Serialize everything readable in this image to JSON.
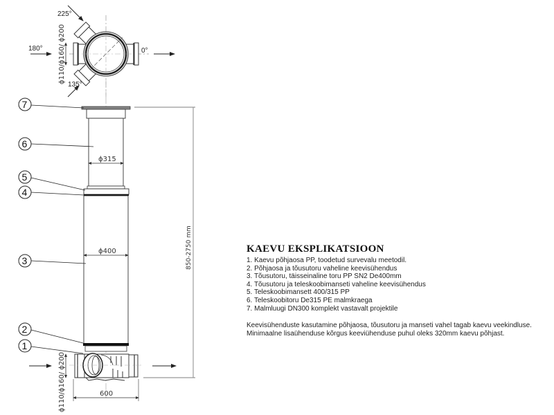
{
  "top_view": {
    "angles": {
      "a225": "225°",
      "a180": "180°",
      "a0": "0°",
      "a135": "135°"
    },
    "side_dim": "ϕ110/ϕ160/ ϕ200"
  },
  "callouts": [
    {
      "num": "7"
    },
    {
      "num": "6"
    },
    {
      "num": "5"
    },
    {
      "num": "4"
    },
    {
      "num": "3"
    },
    {
      "num": "2"
    },
    {
      "num": "1"
    }
  ],
  "dimensions": {
    "riser_top_diameter": "ϕ315",
    "riser_diameter": "ϕ400",
    "height_range": "850-2750 mm",
    "base_width": "600",
    "base_side_dim": "ϕ110/ϕ160/ ϕ200"
  },
  "legend": {
    "title": "KAEVU EKSPLIKATSIOON",
    "items": [
      "1. Kaevu põhjaosa PP, toodetud survevalu meetodil.",
      "2. Põhjaosa ja tõusutoru vaheline keevisühendus",
      "3. Tõusutoru, täisseinaline toru PP SN2 De400mm",
      "4. Tõusutoru ja teleskoobimanseti vaheline keevisühendus",
      "5. Teleskoobimansett 400/315 PP",
      "6. Teleskoobitoru De315 PE malmkraega",
      "7. Malmluugi DN300 komplekt  vastavalt projektile"
    ],
    "notes": [
      "Keevisühenduste kasutamine põhjaosa, tõusutoru ja manseti vahel tagab kaevu veekindluse.",
      "Minimaalne lisaühenduse kõrgus keeviühenduse puhul oleks 320mm kaevu põhjast."
    ]
  }
}
